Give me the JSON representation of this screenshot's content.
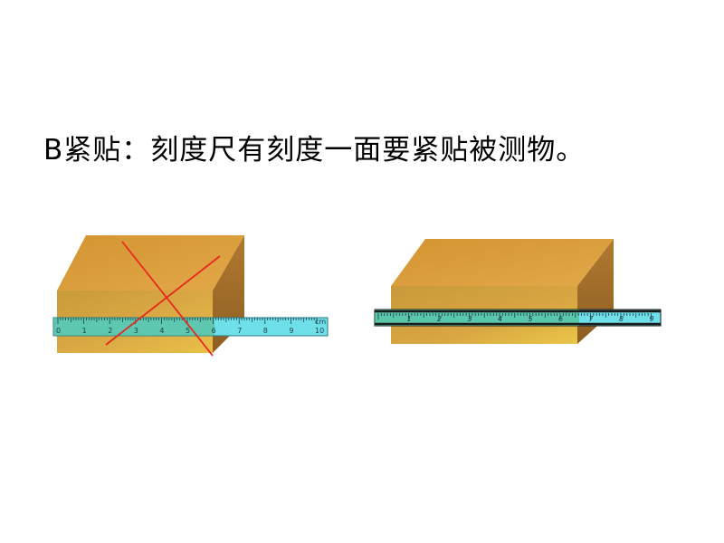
{
  "slide": {
    "title": "B紧贴：刻度尺有刻度一面要紧贴被测物。"
  },
  "figures": {
    "wrong": {
      "marker": "wrong-x",
      "marker_color": "#e8281e",
      "ruler_unit": "cm",
      "ruler_numbers": [
        "0",
        "1",
        "2",
        "3",
        "4",
        "5",
        "6",
        "7",
        "8",
        "9",
        "10"
      ]
    },
    "right": {
      "ruler_numbers": [
        "1",
        "2",
        "3",
        "4",
        "5",
        "6",
        "7",
        "8",
        "9"
      ]
    }
  },
  "colors": {
    "block_front": "#caa03a",
    "block_top": "#d89a38",
    "block_side": "#a8702a",
    "ruler_cyan": "#6fe0ea",
    "ruler_green": "#4fb57e"
  }
}
